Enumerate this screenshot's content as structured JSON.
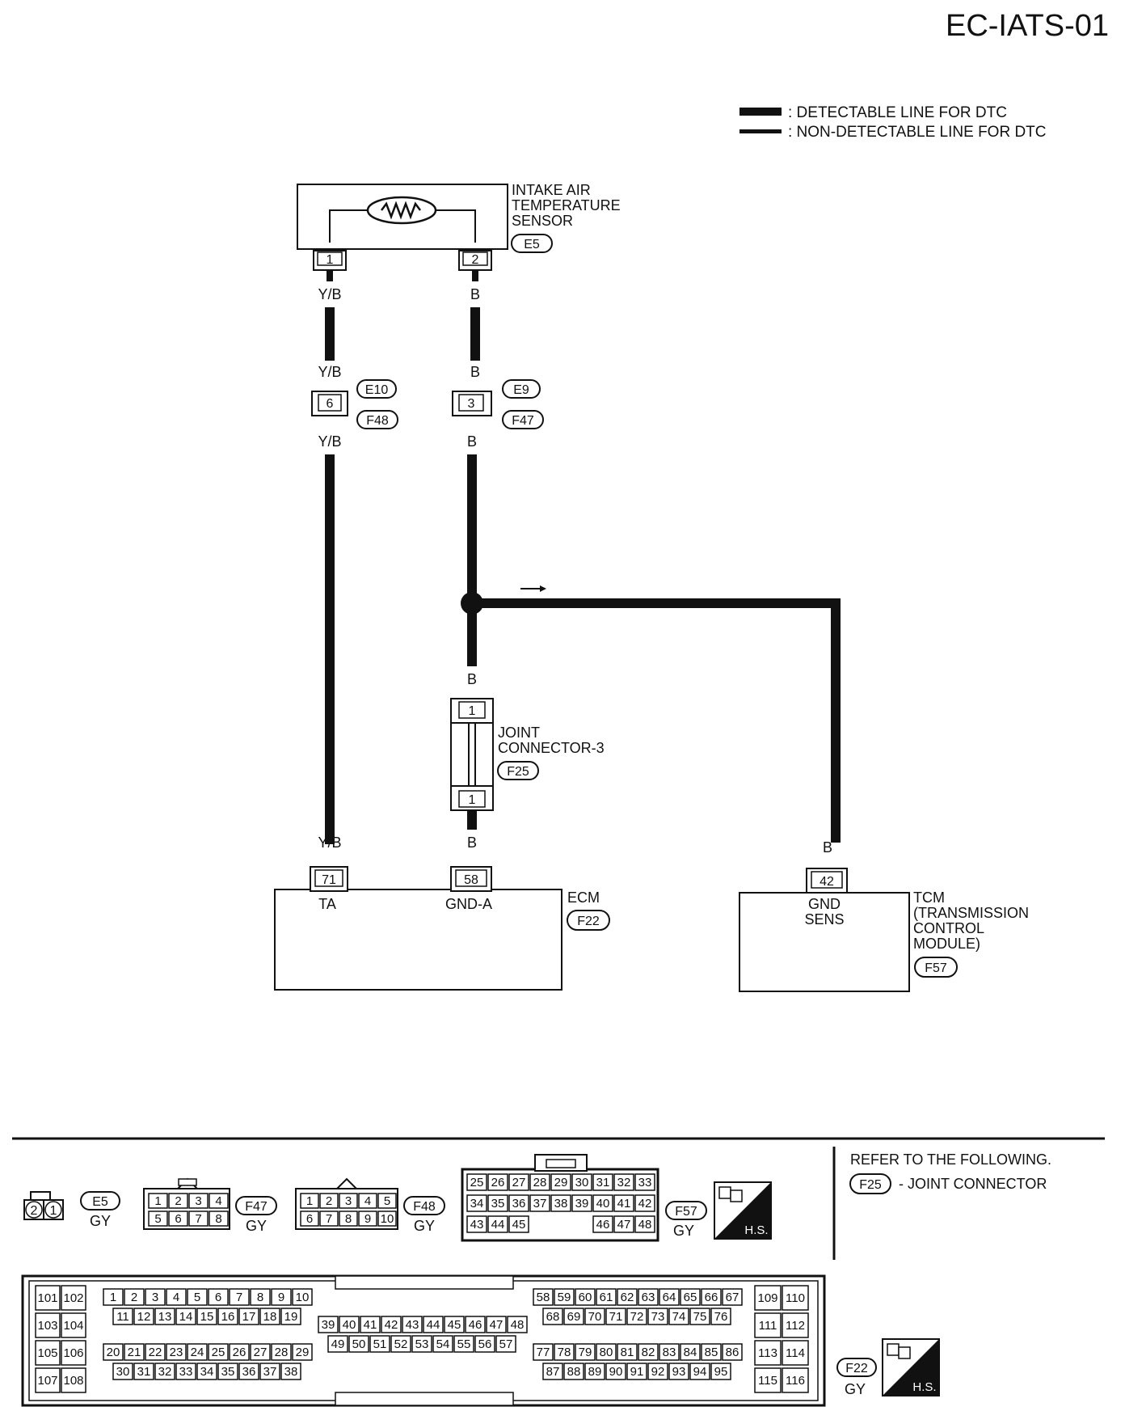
{
  "page_id": "EC-IATS-01",
  "legend": {
    "detectable": ": DETECTABLE LINE FOR DTC",
    "non_detectable": ": NON-DETECTABLE LINE FOR DTC"
  },
  "sensor": {
    "name_lines": [
      "INTAKE AIR",
      "TEMPERATURE",
      "SENSOR"
    ],
    "connector": "E5",
    "pins": [
      "1",
      "2"
    ]
  },
  "wire_colors": {
    "yb": "Y/B",
    "b": "B"
  },
  "inline_connectors": {
    "left": {
      "pin": "6",
      "upper": "E10",
      "lower": "F48"
    },
    "right": {
      "pin": "3",
      "upper": "E9",
      "lower": "F47"
    }
  },
  "joint_connector": {
    "name_lines": [
      "JOINT",
      "CONNECTOR-3"
    ],
    "connector": "F25",
    "pin_top": "1",
    "pin_bottom": "1"
  },
  "ecm": {
    "name": "ECM",
    "connector": "F22",
    "pins": [
      {
        "number": "71",
        "signal": "TA"
      },
      {
        "number": "58",
        "signal": "GND-A"
      }
    ]
  },
  "tcm": {
    "name_lines": [
      "TCM",
      "(TRANSMISSION",
      "CONTROL",
      "MODULE)"
    ],
    "connector": "F57",
    "pin": "42",
    "signal_lines": [
      "GND",
      "SENS"
    ]
  },
  "connector_views": {
    "e5": {
      "id": "E5",
      "color": "GY",
      "pins": [
        "2",
        "1"
      ]
    },
    "f47": {
      "id": "F47",
      "color": "GY",
      "rows": [
        [
          "1",
          "2",
          "3",
          "4"
        ],
        [
          "5",
          "6",
          "7",
          "8"
        ]
      ]
    },
    "f48": {
      "id": "F48",
      "color": "GY",
      "rows": [
        [
          "1",
          "2",
          "3",
          "4",
          "5"
        ],
        [
          "6",
          "7",
          "8",
          "9",
          "10"
        ]
      ]
    },
    "f57": {
      "id": "F57",
      "color": "GY",
      "rows": [
        [
          "25",
          "26",
          "27",
          "28",
          "29",
          "30",
          "31",
          "32",
          "33"
        ],
        [
          "34",
          "35",
          "36",
          "37",
          "38",
          "39",
          "40",
          "41",
          "42"
        ],
        [
          "43",
          "44",
          "45",
          "46",
          "47",
          "48"
        ]
      ]
    },
    "f22": {
      "id": "F22",
      "color": "GY"
    },
    "hs_label": "H.S."
  },
  "refer": {
    "heading": "REFER TO THE FOLLOWING.",
    "connector": "F25",
    "text": "- JOINT CONNECTOR"
  },
  "ecm_connector": {
    "left_block": [
      [
        "101",
        "102"
      ],
      [
        "103",
        "104"
      ],
      [
        "105",
        "106"
      ],
      [
        "107",
        "108"
      ]
    ],
    "block_a_row1": [
      "1",
      "2",
      "3",
      "4",
      "5",
      "6",
      "7",
      "8",
      "9",
      "10"
    ],
    "block_a_row2": [
      "11",
      "12",
      "13",
      "14",
      "15",
      "16",
      "17",
      "18",
      "19"
    ],
    "block_a_row3": [
      "20",
      "21",
      "22",
      "23",
      "24",
      "25",
      "26",
      "27",
      "28",
      "29"
    ],
    "block_a_row4": [
      "30",
      "31",
      "32",
      "33",
      "34",
      "35",
      "36",
      "37",
      "38"
    ],
    "block_b_row1": [
      "39",
      "40",
      "41",
      "42",
      "43",
      "44",
      "45",
      "46",
      "47",
      "48"
    ],
    "block_b_row2": [
      "49",
      "50",
      "51",
      "52",
      "53",
      "54",
      "55",
      "56",
      "57"
    ],
    "block_c_row1": [
      "58",
      "59",
      "60",
      "61",
      "62",
      "63",
      "64",
      "65",
      "66",
      "67"
    ],
    "block_c_row2": [
      "68",
      "69",
      "70",
      "71",
      "72",
      "73",
      "74",
      "75",
      "76"
    ],
    "block_c_row3": [
      "77",
      "78",
      "79",
      "80",
      "81",
      "82",
      "83",
      "84",
      "85",
      "86"
    ],
    "block_c_row4": [
      "87",
      "88",
      "89",
      "90",
      "91",
      "92",
      "93",
      "94",
      "95"
    ],
    "right_block": [
      [
        "109",
        "110"
      ],
      [
        "111",
        "112"
      ],
      [
        "113",
        "114"
      ],
      [
        "115",
        "116"
      ]
    ]
  }
}
